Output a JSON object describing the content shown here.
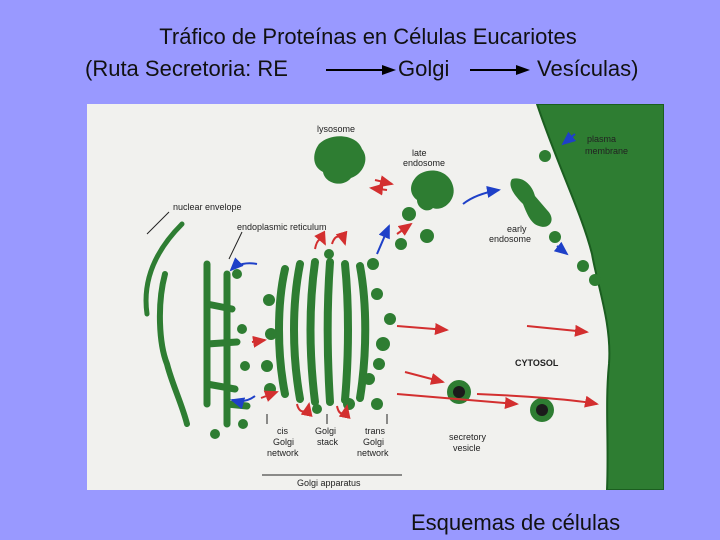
{
  "title": {
    "line1": "Tráfico de Proteínas en Células Eucariotes",
    "line2_start": "(Ruta Secretoria: RE",
    "line2_mid": "Golgi",
    "line2_end": "Vesículas)"
  },
  "figure": {
    "labels": {
      "lysosome": "lysosome",
      "late_endosome_1": "late",
      "late_endosome_2": "endosome",
      "plasma_membrane_1": "plasma",
      "plasma_membrane_2": "membrane",
      "nuclear_envelope": "nuclear envelope",
      "endoplasmic_reticulum": "endoplasmic reticulum",
      "early_endosome_1": "early",
      "early_endosome_2": "endosome",
      "cytosol": "CYTOSOL",
      "cis_golgi_1": "cis",
      "cis_golgi_2": "Golgi",
      "cis_golgi_3": "network",
      "golgi_stack_1": "Golgi",
      "golgi_stack_2": "stack",
      "trans_golgi_1": "trans",
      "trans_golgi_2": "Golgi",
      "trans_golgi_3": "network",
      "golgi_apparatus": "Golgi apparatus",
      "secretory_vesicle_1": "secretory",
      "secretory_vesicle_2": "vesicle"
    },
    "colors": {
      "organelle": "#2e7d32",
      "organelle_dark": "#1b5e20",
      "arrow_red": "#d32f2f",
      "arrow_blue": "#1e40c8"
    }
  },
  "caption": "Esquemas de células"
}
